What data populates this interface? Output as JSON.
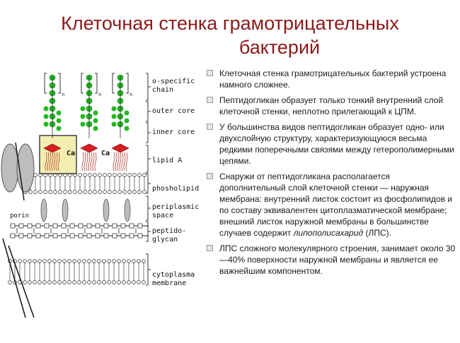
{
  "slide": {
    "title_line1": "Клеточная стенка грамотрицательных",
    "title_line2": "бактерий"
  },
  "diagram": {
    "layer_labels": [
      [
        "o-specific",
        "chain"
      ],
      [
        "outer core"
      ],
      [
        "inner core"
      ],
      [
        "lipid A"
      ],
      [
        "phosholipid"
      ],
      [
        "periplasmic",
        "space"
      ],
      [
        "peptido-",
        "glycan"
      ],
      [
        "cytoplasma",
        "membrane"
      ]
    ],
    "porin_label": "porin",
    "ca_label": "Ca",
    "n_label": "n",
    "colors": {
      "sugar": "#22b822",
      "lipid_head": "#d42020",
      "highlight": "#f2eeb0",
      "highlight_border": "#404040",
      "porin": "#bdbdbd",
      "title": "#8b1a1a"
    }
  },
  "bullets": [
    {
      "text": "Клеточная стенка грамотрицательных бактерий устроена намного сложнее."
    },
    {
      "text": " Пептидогликан образует только тонкий внутренний слой клеточной стенки, неплотно прилегающий к ЦПМ."
    },
    {
      "text": "У большинства видов пептидогликан образует одно- или двухслойную структуру, характеризующуюся весьма редкими поперечными связями между гетерополимерными цепями."
    },
    {
      "text": "Снаружи от пептидогликана располагается дополнительный слой клеточной стенки — наружная мембрана: внутренний листок состоит из фосфолипидов и по составу эквивалентен цитоплазматической мембране; внешний листок наружной мембраны в большинстве случаев содержит ",
      "em": "липополисахарид",
      "after": " (ЛПС)."
    },
    {
      "text": "ЛПС сложного молекулярного строения, занимает около 30—40%  поверхности наружной мембраны и является ее важнейшим компонентом."
    }
  ]
}
